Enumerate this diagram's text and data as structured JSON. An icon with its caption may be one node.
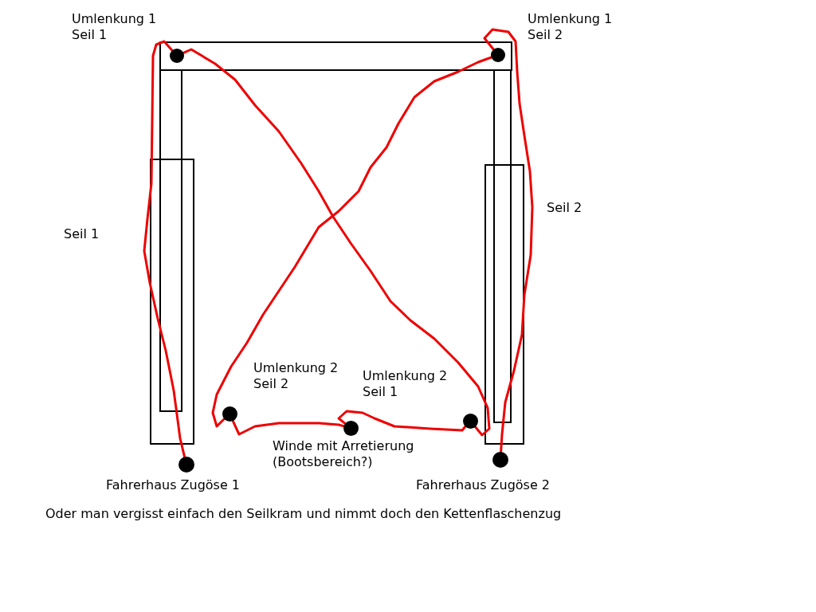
{
  "diagram": {
    "caption": "Oder man vergisst einfach den Seilkram und nimmt doch den Kettenflaschenzug",
    "nodes": [
      {
        "text": [],
        "shape": "circle",
        "beside": [
          "Umlenkung 1 Seil 1"
        ]
      },
      {
        "text": [],
        "shape": "circle",
        "beside": [
          "Umlenkung 1 Seil 2"
        ]
      },
      {
        "text": [],
        "shape": "circle",
        "beside": [
          "Umlenkung 2 Seil 2"
        ]
      },
      {
        "text": [],
        "shape": "circle",
        "beside": [
          "Umlenkung 2 Seil 1"
        ]
      },
      {
        "text": [],
        "shape": "circle",
        "beside": [
          "Winde mit Arretierung (Bootsbereich?)"
        ]
      },
      {
        "text": [],
        "shape": "circle",
        "beside": [
          "Fahrerhaus Zugöse 1"
        ]
      },
      {
        "text": [],
        "shape": "circle",
        "beside": [
          "Fahrerhaus Zugöse 2"
        ]
      }
    ],
    "edges": [
      {
        "from": 5,
        "to": 0,
        "arrow": "none"
      },
      {
        "from": 0,
        "to": 3,
        "arrow": "none"
      },
      {
        "from": 3,
        "to": 4,
        "arrow": "none"
      },
      {
        "from": 6,
        "to": 1,
        "arrow": "none"
      },
      {
        "from": 1,
        "to": 2,
        "arrow": "none"
      },
      {
        "from": 2,
        "to": 4,
        "arrow": "none"
      }
    ],
    "labels": [
      "Seil 1",
      "Seil 2"
    ]
  }
}
